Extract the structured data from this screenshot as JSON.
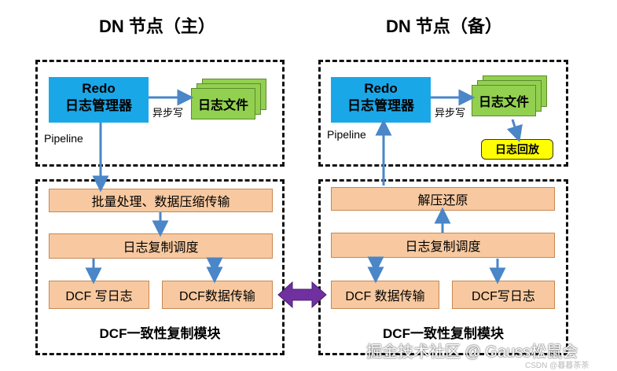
{
  "titles": {
    "primary": "DN 节点（主）",
    "standby": "DN 节点（备）"
  },
  "primary": {
    "redo_line1": "Redo",
    "redo_line2": "日志管理器",
    "async_write": "异步写",
    "log_file": "日志文件",
    "pipeline": "Pipeline",
    "batch": "批量处理、数据压缩传输",
    "log_sched": "日志复制调度",
    "dcf_write": "DCF 写日志",
    "dcf_transfer": "DCF数据传输",
    "module": "DCF一致性复制模块"
  },
  "standby": {
    "redo_line1": "Redo",
    "redo_line2": "日志管理器",
    "async_write": "异步写",
    "log_file": "日志文件",
    "replay": "日志回放",
    "pipeline": "Pipeline",
    "decompress": "解压还原",
    "log_sched": "日志复制调度",
    "dcf_transfer": "DCF 数据传输",
    "dcf_write": "DCF写日志",
    "module": "DCF一致性复制模块"
  },
  "watermark": {
    "main": "掘金技术社区 @ Gauss松鼠会",
    "csdn": "CSDN @暮暮荼荼"
  },
  "colors": {
    "redo_blue": "#1aa7e8",
    "log_green": "#92d050",
    "step_orange": "#f8c9a0",
    "arrow_blue": "#4a86c8",
    "link_purple": "#7030a0",
    "replay_yellow": "#ffff00"
  }
}
